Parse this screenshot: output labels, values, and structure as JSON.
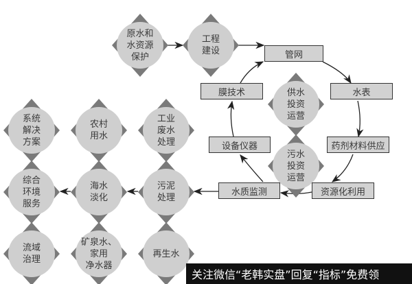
{
  "diamonds": {
    "raw_water": "原水和\n水资源\n保护",
    "engineering": "工程\n建设",
    "water_supply_invest": "供水\n投资\n运营",
    "sewage_invest": "污水\n投资\n运营",
    "system_solution": "系统\n解决\n方案",
    "rural_water": "农村\n用水",
    "industrial_wastewater": "工业\n废水\n处理",
    "integrated_env": "综合\n环境\n服务",
    "desalination": "海水\n淡化",
    "sludge": "污泥\n处理",
    "basin": "流域\n治理",
    "mineral_water": "矿泉水、\n家用\n净水器",
    "recycled_water": "再生水"
  },
  "boxes": {
    "pipe_network": "管网",
    "membrane": "膜技术",
    "water_meter": "水表",
    "equipment": "设备仪器",
    "chemicals": "药剂材料供应",
    "quality_monitor": "水质监测",
    "resource_use": "资源化利用"
  },
  "watermark": "关注微信“老韩实盘”回复“指标”免费领"
}
